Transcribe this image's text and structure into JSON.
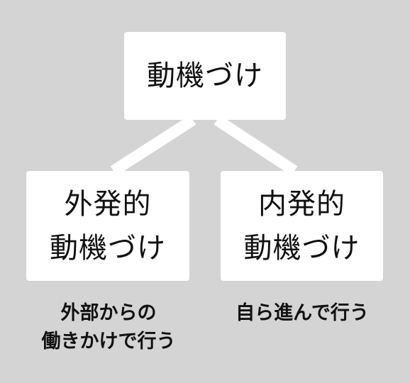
{
  "diagram": {
    "root": {
      "label": "動機づけ"
    },
    "children": [
      {
        "label": "外発的\n動機づけ",
        "caption": "外部からの\n働きかけで行う"
      },
      {
        "label": "内発的\n動機づけ",
        "caption": "自ら進んで行う"
      }
    ]
  },
  "colors": {
    "background": "#d4d4d4",
    "box": "#ffffff",
    "connector": "#ffffff",
    "text": "#111111"
  }
}
